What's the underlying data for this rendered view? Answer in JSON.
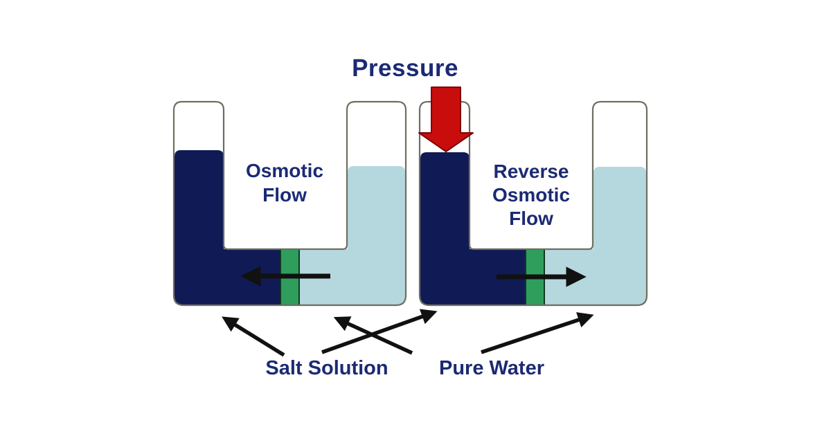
{
  "pressure_label": "Pressure",
  "tubes": [
    {
      "name": "osmotic-flow",
      "label_lines": [
        "Osmotic",
        "Flow"
      ],
      "left_column_liquid": "Salt Solution",
      "right_column_liquid": "Pure Water",
      "flow_direction": "left"
    },
    {
      "name": "reverse-osmotic-flow",
      "label_lines": [
        "Reverse",
        "Osmotic",
        "Flow"
      ],
      "left_column_liquid": "Salt Solution",
      "right_column_liquid": "Pure Water",
      "flow_direction": "right"
    }
  ],
  "legend": {
    "salt_label": "Salt Solution",
    "water_label": "Pure Water"
  },
  "colors": {
    "salt_solution": "#101a55",
    "pure_water": "#b5d8de",
    "membrane": "#2f9e5d",
    "membrane_border": "#0d3a22",
    "pressure_arrow": "#c90d0d",
    "pressure_arrow_border": "#7c0707",
    "label_text": "#1b2a73",
    "flow_arrow": "#111111",
    "tube_outline": "#6e6e60"
  }
}
